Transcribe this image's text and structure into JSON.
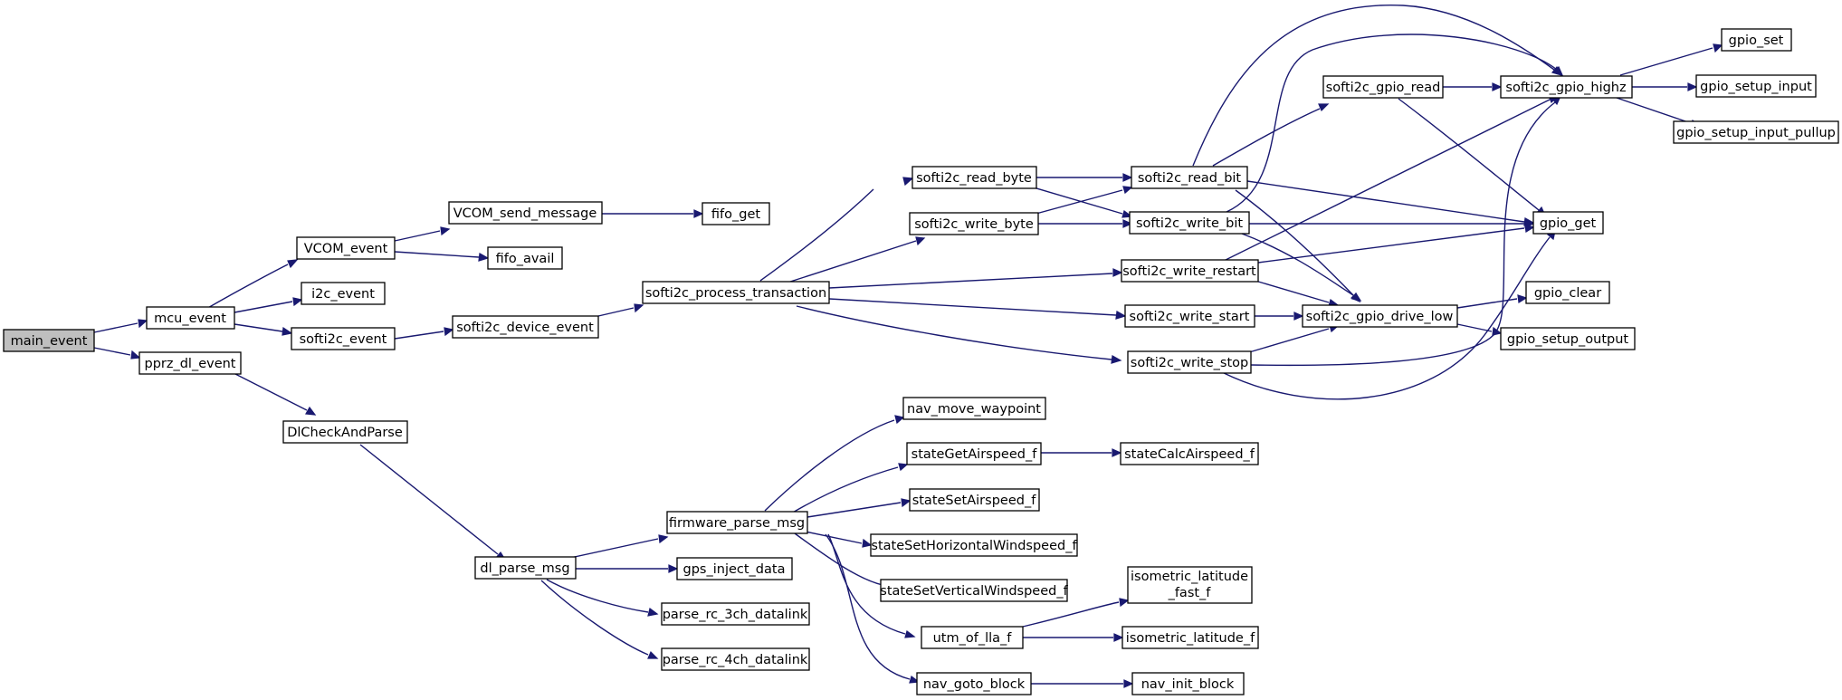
{
  "colors": {
    "edge": "#191970",
    "root_fill": "#bfbfbf",
    "node_fill": "#ffffff",
    "node_border": "#000000"
  },
  "nodes": {
    "main_event": "main_event",
    "mcu_event": "mcu_event",
    "pprz_dl_event": "pprz_dl_event",
    "VCOM_event": "VCOM_event",
    "i2c_event": "i2c_event",
    "softi2c_event": "softi2c_event",
    "VCOM_send_message": "VCOM_send_message",
    "fifo_avail": "fifo_avail",
    "fifo_get": "fifo_get",
    "softi2c_device_event": "softi2c_device_event",
    "softi2c_process_transaction": "softi2c_process_transaction",
    "softi2c_read_byte": "softi2c_read_byte",
    "softi2c_write_byte": "softi2c_write_byte",
    "softi2c_read_bit": "softi2c_read_bit",
    "softi2c_write_bit": "softi2c_write_bit",
    "softi2c_write_restart": "softi2c_write_restart",
    "softi2c_write_start": "softi2c_write_start",
    "softi2c_write_stop": "softi2c_write_stop",
    "softi2c_gpio_read": "softi2c_gpio_read",
    "softi2c_gpio_highz": "softi2c_gpio_highz",
    "softi2c_gpio_drive_low": "softi2c_gpio_drive_low",
    "gpio_set": "gpio_set",
    "gpio_setup_input": "gpio_setup_input",
    "gpio_setup_input_pullup": "gpio_setup_input_pullup",
    "gpio_get": "gpio_get",
    "gpio_clear": "gpio_clear",
    "gpio_setup_output": "gpio_setup_output",
    "DlCheckAndParse": "DlCheckAndParse",
    "dl_parse_msg": "dl_parse_msg",
    "firmware_parse_msg": "firmware_parse_msg",
    "gps_inject_data": "gps_inject_data",
    "parse_rc_3ch_datalink": "parse_rc_3ch_datalink",
    "parse_rc_4ch_datalink": "parse_rc_4ch_datalink",
    "nav_move_waypoint": "nav_move_waypoint",
    "stateGetAirspeed_f": "stateGetAirspeed_f",
    "stateCalcAirspeed_f": "stateCalcAirspeed_f",
    "stateSetAirspeed_f": "stateSetAirspeed_f",
    "stateSetHorizontalWindspeed_f": "stateSetHorizontalWindspeed_f",
    "stateSetVerticalWindspeed_f": "stateSetVerticalWindspeed_f",
    "isometric_latitude_fast_f_1": "isometric_latitude",
    "isometric_latitude_fast_f_2": "_fast_f",
    "utm_of_lla_f": "utm_of_lla_f",
    "isometric_latitude_f": "isometric_latitude_f",
    "nav_goto_block": "nav_goto_block",
    "nav_init_block": "nav_init_block"
  }
}
